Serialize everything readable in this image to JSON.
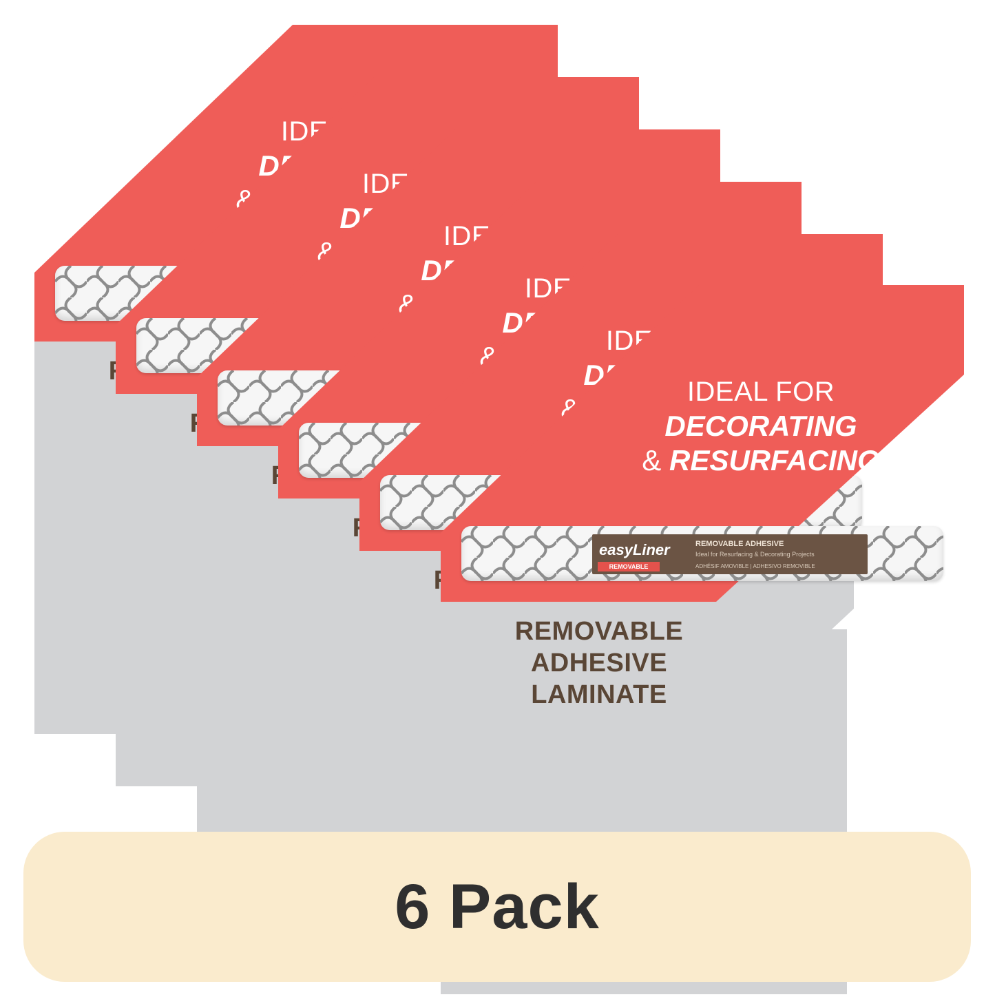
{
  "product": {
    "red_line1": "IDEAL FOR",
    "red_line2": "DECORATING",
    "red_amp": "& ",
    "red_line3": "RESURFACING",
    "grey_line1": "REMOVABLE",
    "grey_line2": "ADHESIVE",
    "grey_line3": "LAMINATE",
    "roll_brand": "easyLiner",
    "roll_sub1": "REMOVABLE ADHESIVE",
    "roll_sub2": "Ideal for Resurfacing & Decorating Projects",
    "roll_badge": "REMOVABLE",
    "roll_sub3": "ADHÉSIF AMOVIBLE | ADHESIVO REMOVIBLE"
  },
  "pack": {
    "label": "6 Pack",
    "count": 6
  },
  "colors": {
    "red": "#ef5d58",
    "grey": "#d2d3d5",
    "brown": "#5a4636",
    "footer": "#faebcd"
  }
}
